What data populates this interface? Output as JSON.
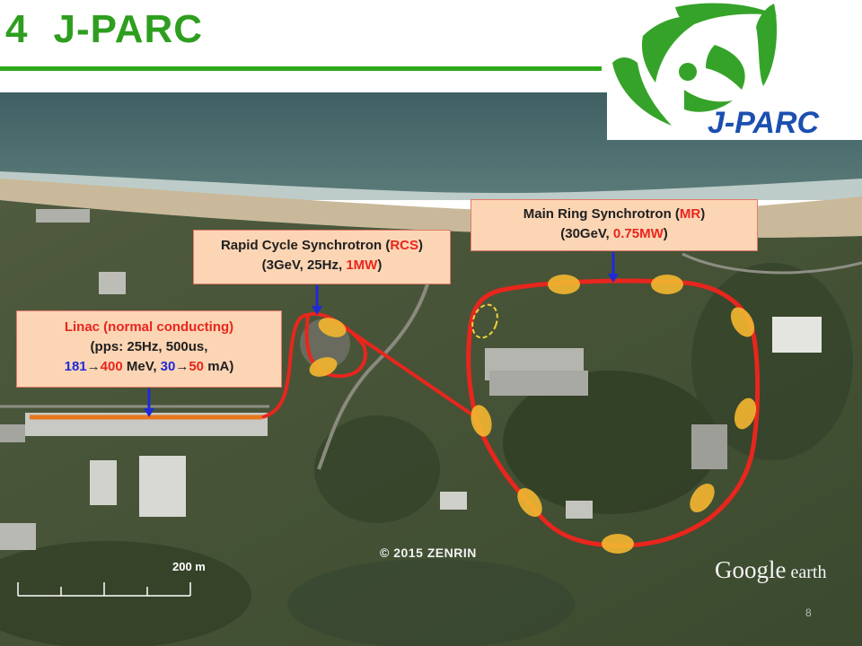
{
  "title": {
    "number": "4",
    "text": "J-PARC"
  },
  "logo": {
    "text": "J-PARC"
  },
  "callouts": {
    "main_ring": {
      "line1_prefix": "Main Ring Synchrotron (",
      "line1_highlight": "MR",
      "line1_suffix": ")",
      "line2_prefix": "(30GeV, ",
      "line2_highlight": "0.75MW",
      "line2_suffix": ")"
    },
    "rcs": {
      "line1_prefix": "Rapid Cycle Synchrotron (",
      "line1_highlight": "RCS",
      "line1_suffix": ")",
      "line2_prefix": "(3GeV, 25Hz, ",
      "line2_highlight": "1MW",
      "line2_suffix": ")"
    },
    "linac": {
      "line1": "Linac (normal conducting)",
      "line2": "(pps: 25Hz, 500us,",
      "line3_a": "181",
      "line3_arrow": "→",
      "line3_b": "400",
      "line3_c": " MeV, ",
      "line3_d": "30",
      "line3_arrow2": "→",
      "line3_e": "50",
      "line3_f": " mA)"
    }
  },
  "map": {
    "copyright": "© 2015 ZENRIN",
    "scale": "200 m",
    "watermark_a": "Google",
    "watermark_b": " earth"
  },
  "page_number": "8",
  "colors": {
    "title_green": "#2e9e1f",
    "beam_red": "#e8261d",
    "linac_orange": "#e8761d",
    "arrow_blue": "#1e2bd8",
    "magnet_gold": "#f2b531"
  }
}
